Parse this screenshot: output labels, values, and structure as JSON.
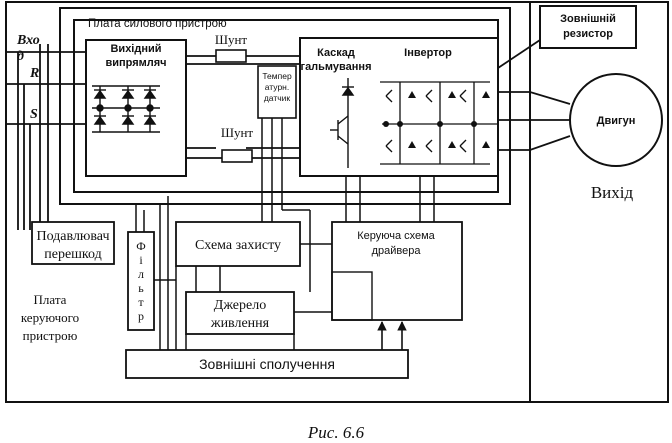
{
  "figure": {
    "caption": "Рис. 6.6"
  },
  "labels": {
    "input_title_part1": "Вхо",
    "input_title_part2": "д",
    "phase_r": "R",
    "phase_s": "S",
    "power_board": "Плата силового пристрою",
    "rectifier_line1": "Вихідний",
    "rectifier_line2": "випрямляч",
    "shunt_top": "Шунт",
    "shunt_bottom": "Шунт",
    "temp_sensor_line1": "Темпер",
    "temp_sensor_line2": "атурн.",
    "temp_sensor_line3": "датчик",
    "brake_line1": "Каскад",
    "brake_line2": "гальмування",
    "inverter": "Інвертор",
    "external_resistor_line1": "Зовнішній",
    "external_resistor_line2": "резистор",
    "motor": "Двигун",
    "output": "Вихід",
    "suppressor_line1": "Подавлювач",
    "suppressor_line2": "перешкод",
    "filter_letters": [
      "Ф",
      "і",
      "л",
      "ь",
      "т",
      "р"
    ],
    "protection": "Схема захисту",
    "driver_line1": "Керуюча схема",
    "driver_line2": "драйвера",
    "power_supply_line1": "Джерело",
    "power_supply_line2": "живлення",
    "external_connections": "Зовнішні сполучення",
    "control_board_line1": "Плата",
    "control_board_line2": "керуючого",
    "control_board_line3": "пристрою"
  }
}
